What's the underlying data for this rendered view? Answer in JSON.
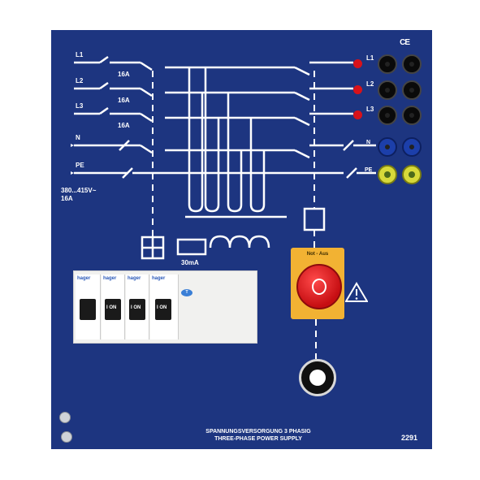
{
  "panel": {
    "mark": "CE",
    "line_labels": [
      "L1",
      "L2",
      "L3",
      "N",
      "PE"
    ],
    "output_labels": [
      "L1",
      "L2",
      "L3",
      "N",
      "PE"
    ],
    "fuse_labels": [
      "16A",
      "16A",
      "16A"
    ],
    "supply_voltage": "380...415V~",
    "supply_current": "16A",
    "rcd_current": "30mA",
    "title_de": "SPANNUNGSVERSORGUNG 3 PHASIG",
    "title_en": "THREE-PHASE POWER SUPPLY",
    "model_number": "2291",
    "colors": {
      "panel": "#1d3580",
      "line": "#ffffff",
      "lamp": "#d8121a",
      "estop": "#c60e12",
      "estop_bg": "#f2b233"
    }
  },
  "estop": {
    "label": "Not - Aus"
  },
  "breakers": {
    "brand": "hager",
    "switch_state": "I ON",
    "test_label": "T"
  }
}
